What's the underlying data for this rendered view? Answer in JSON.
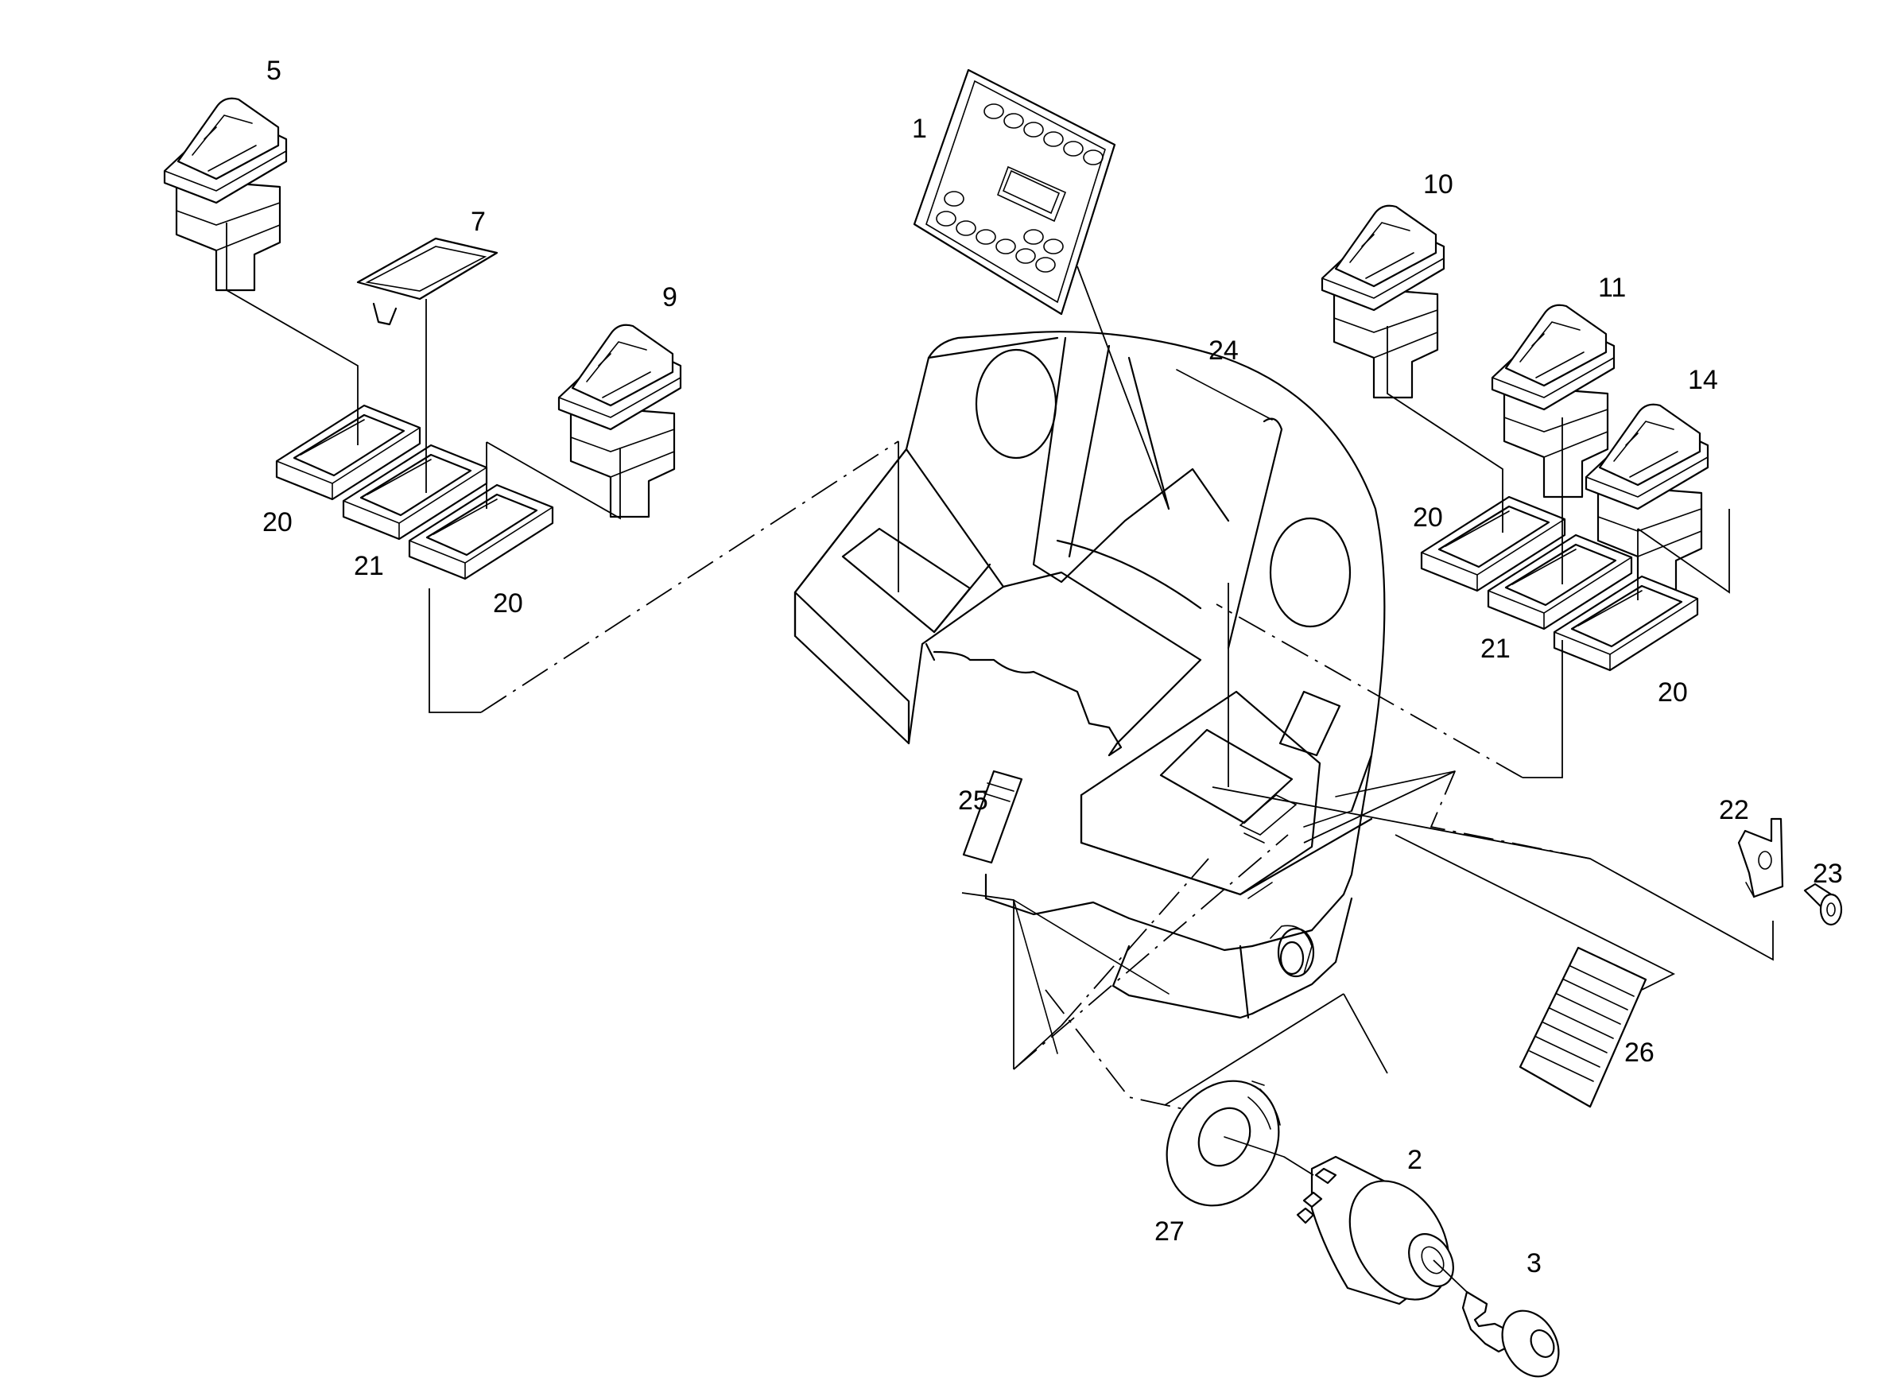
{
  "diagram": {
    "callouts": {
      "c1": "1",
      "c2": "2",
      "c3": "3",
      "c5": "5",
      "c7": "7",
      "c9": "9",
      "c10": "10",
      "c11": "11",
      "c14": "14",
      "c20a": "20",
      "c20b": "20",
      "c20c": "20",
      "c20d": "20",
      "c21a": "21",
      "c21b": "21",
      "c22": "22",
      "c23": "23",
      "c24": "24",
      "c25": "25",
      "c26": "26",
      "c27": "27"
    }
  }
}
